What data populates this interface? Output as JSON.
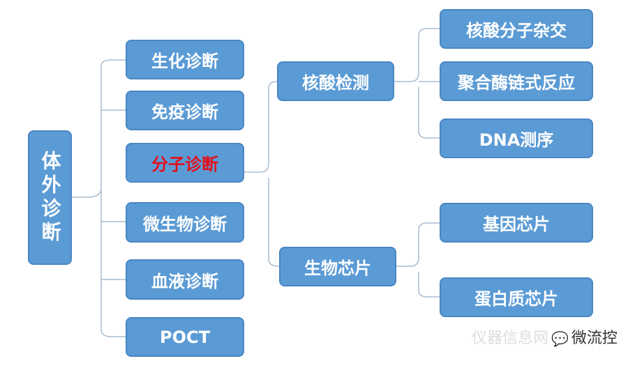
{
  "root": "体外诊断",
  "level1": [
    "生化诊断",
    "免疫诊断",
    "分子诊断",
    "微生物诊断",
    "血液诊断",
    "POCT"
  ],
  "level2": [
    "核酸检测",
    "生物芯片"
  ],
  "level3": [
    "核酸分子杂交",
    "聚合酶链式反应",
    "DNA测序",
    "基因芯片",
    "蛋白质芯片"
  ],
  "watermark": {
    "ghost": "仪器信息网",
    "brand": "微流控"
  },
  "colors": {
    "box": "#5b9bd5",
    "highlight": "#e3101c",
    "line": "#a9bccf"
  }
}
